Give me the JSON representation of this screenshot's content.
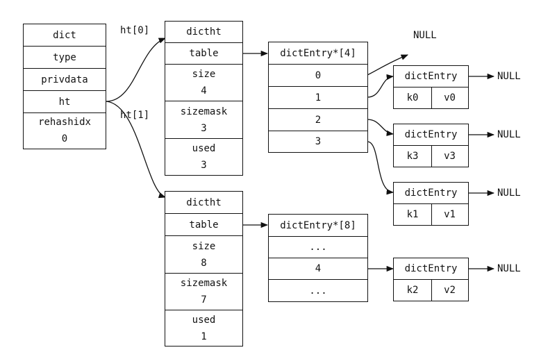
{
  "dict": {
    "fields": [
      "dict",
      "type",
      "privdata",
      "ht"
    ],
    "rehashidx_label": "rehashidx",
    "rehashidx_value": "0"
  },
  "labels": {
    "ht0": "ht[0]",
    "ht1": "ht[1]",
    "null": "NULL"
  },
  "ht0": {
    "title": "dictht",
    "table": "table",
    "size_label": "size",
    "size_value": "4",
    "sizemask_label": "sizemask",
    "sizemask_value": "3",
    "used_label": "used",
    "used_value": "3"
  },
  "ht1": {
    "title": "dictht",
    "table": "table",
    "size_label": "size",
    "size_value": "8",
    "sizemask_label": "sizemask",
    "sizemask_value": "7",
    "used_label": "used",
    "used_value": "1"
  },
  "array0": {
    "title": "dictEntry*[4]",
    "slots": [
      "0",
      "1",
      "2",
      "3"
    ]
  },
  "array1": {
    "title": "dictEntry*[8]",
    "slots": [
      "...",
      "4",
      "..."
    ]
  },
  "entries": [
    {
      "title": "dictEntry",
      "key": "k0",
      "value": "v0"
    },
    {
      "title": "dictEntry",
      "key": "k3",
      "value": "v3"
    },
    {
      "title": "dictEntry",
      "key": "k1",
      "value": "v1"
    },
    {
      "title": "dictEntry",
      "key": "k2",
      "value": "v2"
    }
  ]
}
